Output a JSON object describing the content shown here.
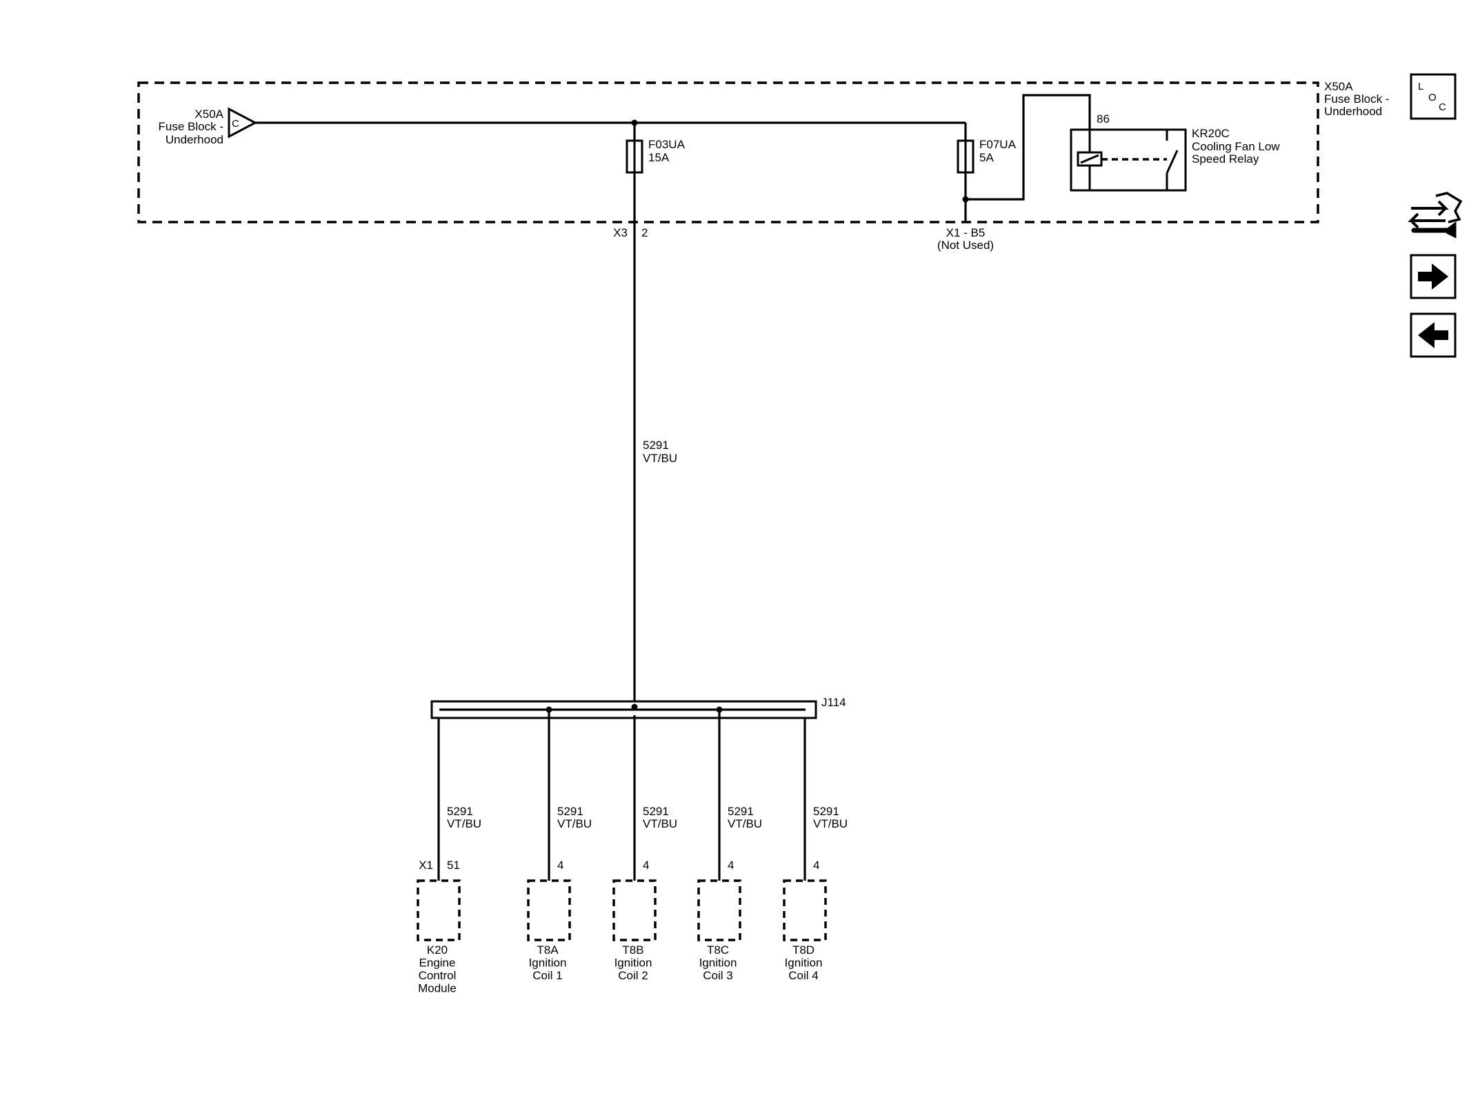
{
  "fuse_block": {
    "left_label": [
      "X50A",
      "Fuse Block -",
      "Underhood"
    ],
    "connector_letter": "C",
    "right_label": [
      "X50A",
      "Fuse Block -",
      "Underhood"
    ]
  },
  "fuses": [
    {
      "name": "F03UA",
      "rating": "15A"
    },
    {
      "name": "F07UA",
      "rating": "5A"
    }
  ],
  "relay": {
    "pin": "86",
    "label": [
      "KR20C",
      "Cooling Fan Low",
      "Speed Relay"
    ]
  },
  "connectors_top": {
    "x3": "X3",
    "x3_pin": "2",
    "x1_b5": "X1 - B5",
    "not_used": "(Not Used)"
  },
  "main_wire": {
    "circuit": "5291",
    "color": "VT/BU"
  },
  "splice": "J114",
  "branches": [
    {
      "circuit": "5291",
      "color": "VT/BU",
      "connector": "X1",
      "pin": "51",
      "component": [
        "K20",
        "Engine",
        "Control",
        "Module"
      ]
    },
    {
      "circuit": "5291",
      "color": "VT/BU",
      "connector": "",
      "pin": "4",
      "component": [
        "T8A",
        "Ignition",
        "Coil 1"
      ]
    },
    {
      "circuit": "5291",
      "color": "VT/BU",
      "connector": "",
      "pin": "4",
      "component": [
        "T8B",
        "Ignition",
        "Coil 2"
      ]
    },
    {
      "circuit": "5291",
      "color": "VT/BU",
      "connector": "",
      "pin": "4",
      "component": [
        "T8C",
        "Ignition",
        "Coil 3"
      ]
    },
    {
      "circuit": "5291",
      "color": "VT/BU",
      "connector": "",
      "pin": "4",
      "component": [
        "T8D",
        "Ignition",
        "Coil 4"
      ]
    }
  ],
  "side_nav": {
    "loc_letters": [
      "L",
      "O",
      "C"
    ],
    "icons": [
      "loc-icon",
      "service-tools-icon",
      "arrow-right-icon",
      "arrow-left-icon"
    ]
  }
}
